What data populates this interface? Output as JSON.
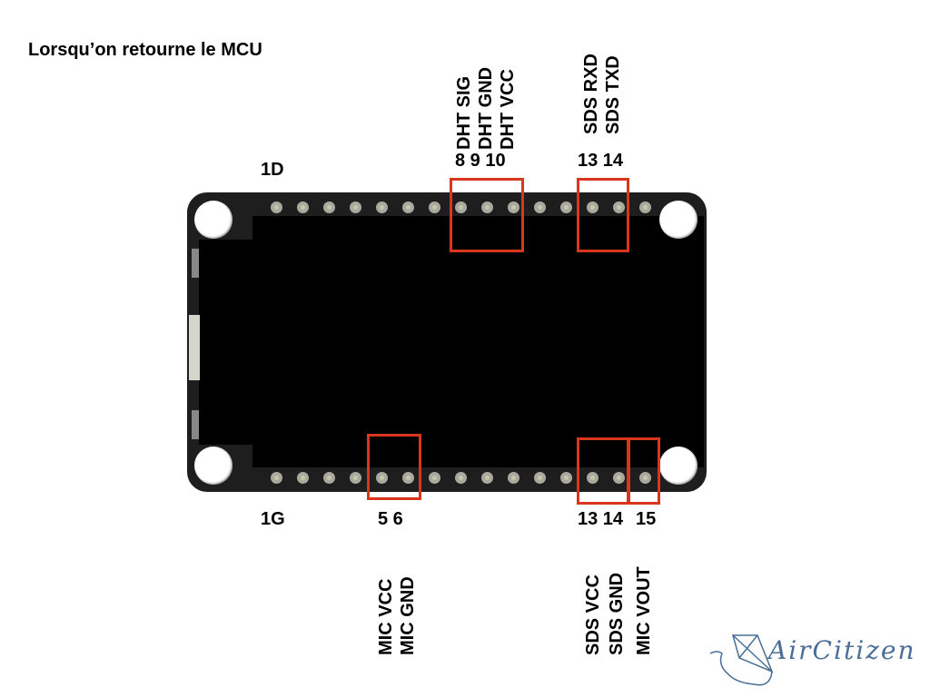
{
  "title": "Lorsqu’on retourne le MCU",
  "labels": {
    "top_left": "1D",
    "bottom_left": "1G"
  },
  "top_numbers": {
    "group1": "8 9 10",
    "group2": "13 14"
  },
  "bottom_numbers": {
    "group1": "5 6",
    "group2": "13 14",
    "group3": "15"
  },
  "top_pins": [
    "DHT SIG",
    "DHT GND",
    "DHT VCC",
    "SDS RXD",
    "SDS TXD"
  ],
  "bottom_pins": [
    "MIC VCC",
    "MIC GND",
    "SDS VCC",
    "SDS GND",
    "MIC VOUT"
  ],
  "logo": "AirCitizen",
  "colors": {
    "highlight": "#d9361e",
    "board": "#1e1e1e",
    "logo": "#4a6e98"
  }
}
